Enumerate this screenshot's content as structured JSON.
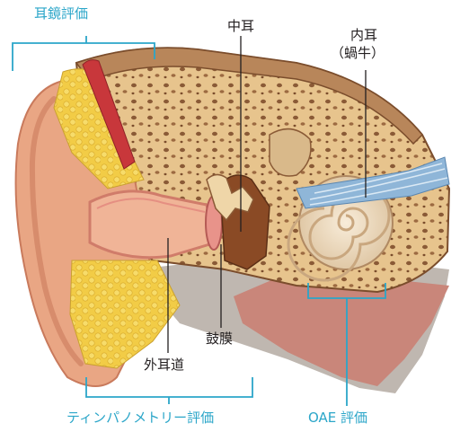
{
  "labels": {
    "otoscopy": "耳鏡評価",
    "middle_ear": "中耳",
    "inner_ear": "内耳",
    "cochlea": "（蝸牛）",
    "eardrum": "鼓膜",
    "ear_canal": "外耳道",
    "tympanometry": "ティンパノメトリー評価",
    "oae": "OAE 評価"
  },
  "colors": {
    "bracket": "#2ba6c9",
    "leader": "#231f20"
  }
}
